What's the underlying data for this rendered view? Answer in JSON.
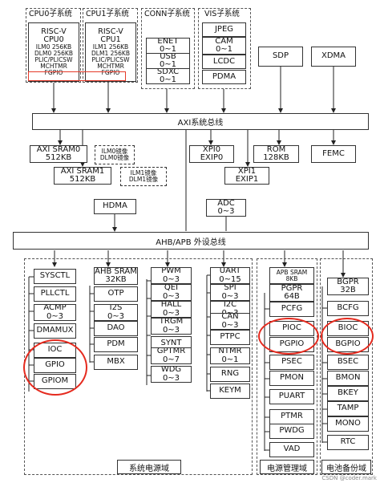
{
  "groups": {
    "cpu0": {
      "title": "CPU0子系统",
      "lines": [
        "RISC-V",
        "CPU0",
        "ILM0 256KB",
        "DLM0 256KB",
        "PLIC/PLICSW",
        "MCHTMR"
      ],
      "fgpio": "FGPIO"
    },
    "cpu1": {
      "title": "CPU1子系统",
      "lines": [
        "RISC-V",
        "CPU1",
        "ILM1 256KB",
        "DLM1 256KB",
        "PLIC/PLICSW",
        "MCHTMR"
      ],
      "fgpio": "FGPIO"
    },
    "conn": {
      "title": "CONN子系统",
      "enet": [
        "ENET",
        "0~1"
      ],
      "usb": [
        "USB",
        "0~1"
      ],
      "sdxc": [
        "SDXC",
        "0~1"
      ]
    },
    "vis": {
      "title": "VIS子系统",
      "jpeg": "JPEG",
      "cam": [
        "CAM",
        "0~1"
      ],
      "lcdc": "LCDC",
      "pdma": "PDMA"
    }
  },
  "top_right": {
    "sdp": "SDP",
    "xdma": "XDMA"
  },
  "axi_bus": "AXI系统总线",
  "axi_row": {
    "axi_sram0": [
      "AXI SRAM0",
      "512KB"
    ],
    "ilm0_mirror": "ILM0镜像",
    "dlm0_mirror": "DLM0镜像",
    "xpi0": [
      "XPI0",
      "EXIP0"
    ],
    "rom": [
      "ROM",
      "128KB"
    ],
    "femc": "FEMC",
    "axi_sram1": [
      "AXI SRAM1",
      "512KB"
    ],
    "ilm1_mirror": "ILM1镜像",
    "dlm1_mirror": "DLM1镜像",
    "xpi1": [
      "XPI1",
      "EXIP1"
    ]
  },
  "hdma": "HDMA",
  "adc": [
    "ADC",
    "0~3"
  ],
  "apb_bus": "AHB/APB 外设总线",
  "col_sys1": [
    "SYSCTL",
    "PLLCTL",
    "ACMP",
    "0~3",
    "DMAMUX",
    "IOC",
    "GPIO",
    "GPIOM"
  ],
  "col_sys2": {
    "ahb_sram": [
      "AHB SRAM",
      "32KB"
    ],
    "otp": "OTP",
    "i2s": [
      "I2S",
      "0~3"
    ],
    "dao": "DAO",
    "pdm": "PDM",
    "mbx": "MBX"
  },
  "col_sys3": {
    "pwm": [
      "PWM",
      "0~3"
    ],
    "qei": [
      "QEI",
      "0~3"
    ],
    "hall": [
      "HALL",
      "0~3"
    ],
    "trgm": [
      "TRGM",
      "0~3"
    ],
    "synt": "SYNT",
    "gptmr": [
      "GPTMR",
      "0~7"
    ],
    "wdg": [
      "WDG",
      "0~3"
    ]
  },
  "col_sys4": {
    "uart": [
      "UART",
      "0~15"
    ],
    "spi": [
      "SPI",
      "0~3"
    ],
    "i2c": [
      "I2C",
      "0~3"
    ],
    "can": [
      "CAN",
      "0~3"
    ],
    "ptpc": "PTPC",
    "ntmr": [
      "NTMR",
      "0~1"
    ],
    "rng": "RNG",
    "keym": "KEYM"
  },
  "col_power": {
    "apb_sram": [
      "APB SRAM",
      "8KB"
    ],
    "pgpr": [
      "PGPR",
      "64B"
    ],
    "pcfg": "PCFG",
    "pioc": "PIOC",
    "pgpio": "PGPIO",
    "psec": "PSEC",
    "pmon": "PMON",
    "puart": "PUART",
    "ptmr": "PTMR",
    "pwdg": "PWDG",
    "vad": "VAD"
  },
  "col_battery": {
    "bgpr": [
      "BGPR",
      "32B"
    ],
    "bcfg": "BCFG",
    "bioc": "BIOC",
    "bgpio": "BGPIO",
    "bsec": "BSEC",
    "bmon": "BMON",
    "bkey": "BKEY",
    "tamp": "TAMP",
    "mono": "MONO",
    "rtc": "RTC"
  },
  "domains": {
    "system": "系统电源域",
    "power": "电源管理域",
    "battery": "电池备份域"
  },
  "watermark": "CSDN @coder.mark"
}
